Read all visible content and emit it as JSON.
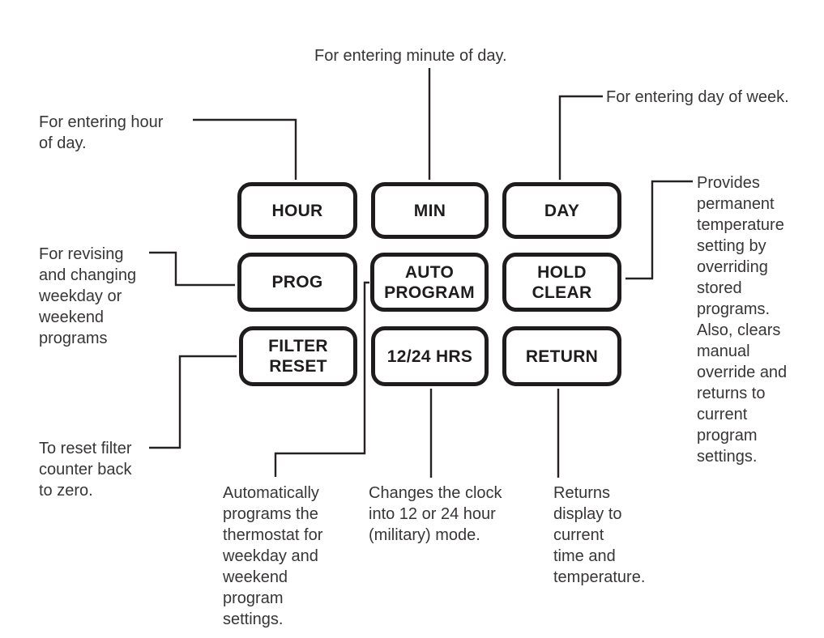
{
  "diagram": {
    "buttons": {
      "hour": "HOUR",
      "min": "MIN",
      "day": "DAY",
      "prog": "PROG",
      "auto_program": "AUTO\nPROGRAM",
      "hold_clear": "HOLD\nCLEAR",
      "filter_reset": "FILTER\nRESET",
      "hrs_12_24": "12/24 HRS",
      "return": "RETURN"
    },
    "annotations": {
      "minute": "For entering minute of day.",
      "hour": "For entering hour\nof day.",
      "day_of_week": "For entering day of week.",
      "prog": "For revising\nand changing\nweekday or\nweekend\nprograms",
      "filter_reset": "To reset filter\ncounter back\nto zero.",
      "auto_program": "Automatically\nprograms the\nthermostat for\nweekday and\nweekend\nprogram\nsettings.",
      "hrs_12_24": "Changes the clock\ninto 12 or 24 hour\n(military) mode.",
      "return": "Returns\ndisplay to\ncurrent\ntime and\ntemperature.",
      "hold_clear": "Provides\npermanent\ntemperature\nsetting by\noverriding\nstored\nprograms.\nAlso, clears\nmanual\noverride and\nreturns to\ncurrent\nprogram\nsettings."
    },
    "colors": {
      "ink": "#1f1c1d",
      "annotation_text": "#383536",
      "background": "#ffffff"
    }
  }
}
